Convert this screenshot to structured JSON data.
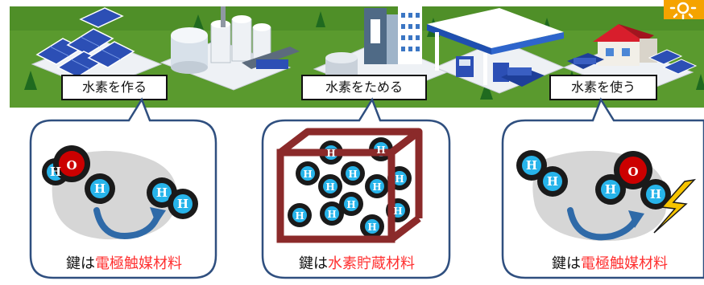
{
  "stages": [
    {
      "label": "水素を作る"
    },
    {
      "label": "水素をためる"
    },
    {
      "label": "水素を使う"
    }
  ],
  "panels": [
    {
      "caption_prefix": "鍵は",
      "caption_highlight": "電極触媒材料"
    },
    {
      "caption_prefix": "鍵は",
      "caption_highlight": "水素貯蔵材料"
    },
    {
      "caption_prefix": "鍵は",
      "caption_highlight": "電極触媒材料"
    }
  ],
  "atoms": {
    "hydrogen": "H",
    "oxygen": "O"
  },
  "icons": [
    "sun-icon",
    "lightning-icon"
  ],
  "colors": {
    "grass": "#5a9a2e",
    "highlight": "#ff3030",
    "hydrogen_fill": "#27b4ea",
    "oxygen_fill": "#cc0000",
    "storage_box": "#8b2a2a",
    "bubble_border": "#2f4f7f",
    "arrow": "#2f6aa8",
    "lightning": "#f7c400"
  }
}
